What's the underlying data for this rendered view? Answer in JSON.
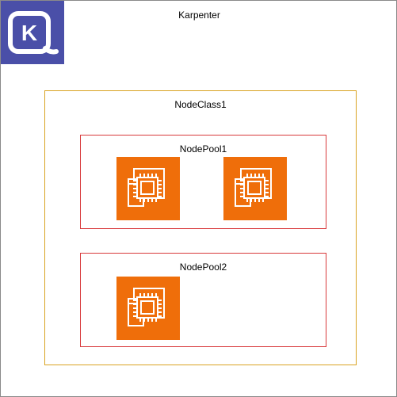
{
  "diagram": {
    "title": "Karpenter",
    "logo_icon": "karpenter-logo-icon",
    "node_class": {
      "label": "NodeClass1",
      "border_color": "#d9a322"
    },
    "node_pools": [
      {
        "label": "NodePool1",
        "border_color": "#d8393b",
        "instance_count": 2
      },
      {
        "label": "NodePool2",
        "border_color": "#d8393b",
        "instance_count": 1
      }
    ],
    "instance_icon": "ec2-instance-icon",
    "colors": {
      "logo_bg": "#4a4fa8",
      "instance_bg": "#ef6e0a"
    }
  }
}
